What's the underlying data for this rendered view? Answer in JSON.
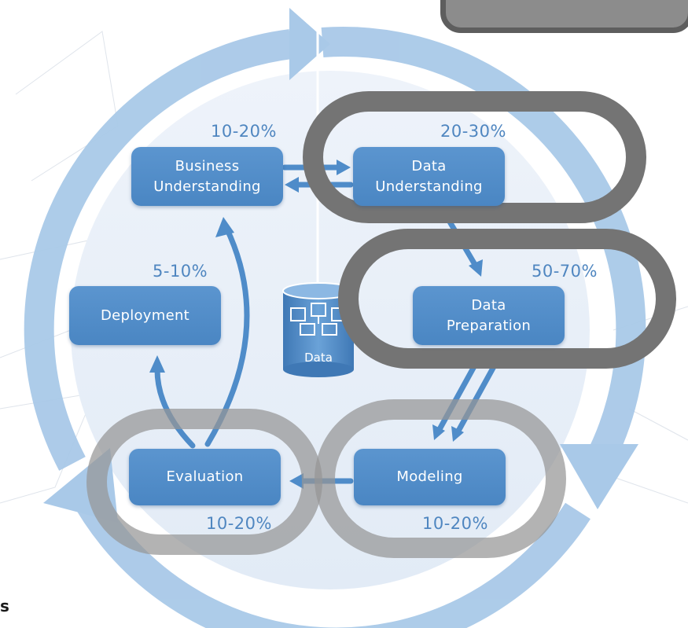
{
  "phases": {
    "business": {
      "line1": "Business",
      "line2": "Understanding"
    },
    "data_understanding": {
      "line1": "Data",
      "line2": "Understanding"
    },
    "data_preparation": {
      "line1": "Data",
      "line2": "Preparation"
    },
    "modeling": {
      "label": "Modeling"
    },
    "evaluation": {
      "label": "Evaluation"
    },
    "deployment": {
      "label": "Deployment"
    }
  },
  "percentages": {
    "business": "10-20%",
    "data_understanding": "20-30%",
    "data_preparation": "50-70%",
    "modeling": "10-20%",
    "evaluation": "10-20%",
    "deployment": "5-10%"
  },
  "database": {
    "label": "Data"
  },
  "caption": "s",
  "colors": {
    "box": "#4a86c3",
    "arrow": "#4f8cc9",
    "cycle": "#a9c9e8",
    "circle_bg": "#e6eef8",
    "ring_dark": "#747474",
    "ring_light": "#969696"
  }
}
